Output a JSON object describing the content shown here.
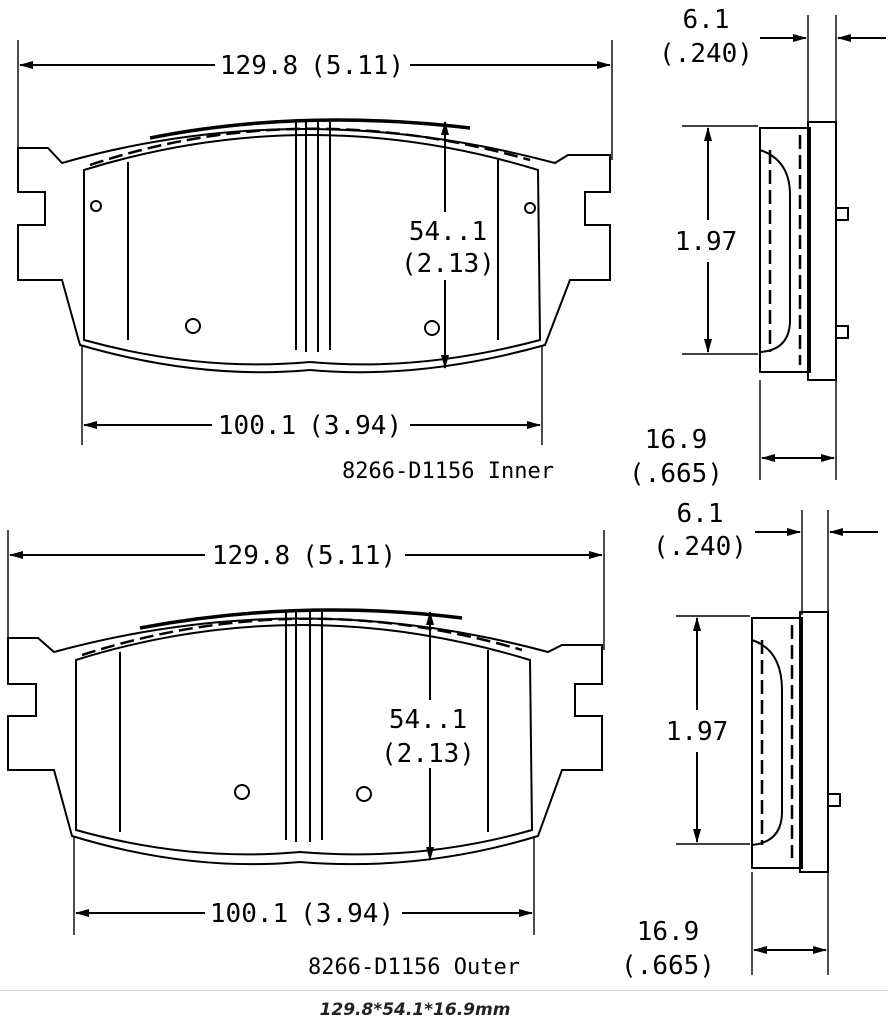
{
  "views": [
    {
      "part_label": "8266-D1156 Inner",
      "overall_width": {
        "mm": "129.8",
        "in": "(5.11)"
      },
      "height": {
        "mm": "54..1",
        "in": "(2.13)"
      },
      "bottom_width": {
        "mm": "100.1",
        "in": "(3.94)"
      },
      "side_height": "1.97",
      "backing_thickness": {
        "mm": "6.1",
        "in": "(.240)"
      },
      "total_thickness": {
        "mm": "16.9",
        "in": "(.665)"
      }
    },
    {
      "part_label": "8266-D1156 Outer",
      "overall_width": {
        "mm": "129.8",
        "in": "(5.11)"
      },
      "height": {
        "mm": "54..1",
        "in": "(2.13)"
      },
      "bottom_width": {
        "mm": "100.1",
        "in": "(3.94)"
      },
      "side_height": "1.97",
      "backing_thickness": {
        "mm": "6.1",
        "in": "(.240)"
      },
      "total_thickness": {
        "mm": "16.9",
        "in": "(.665)"
      }
    }
  ],
  "footer": {
    "dimensions": "129.8*54.1*16.9mm"
  }
}
